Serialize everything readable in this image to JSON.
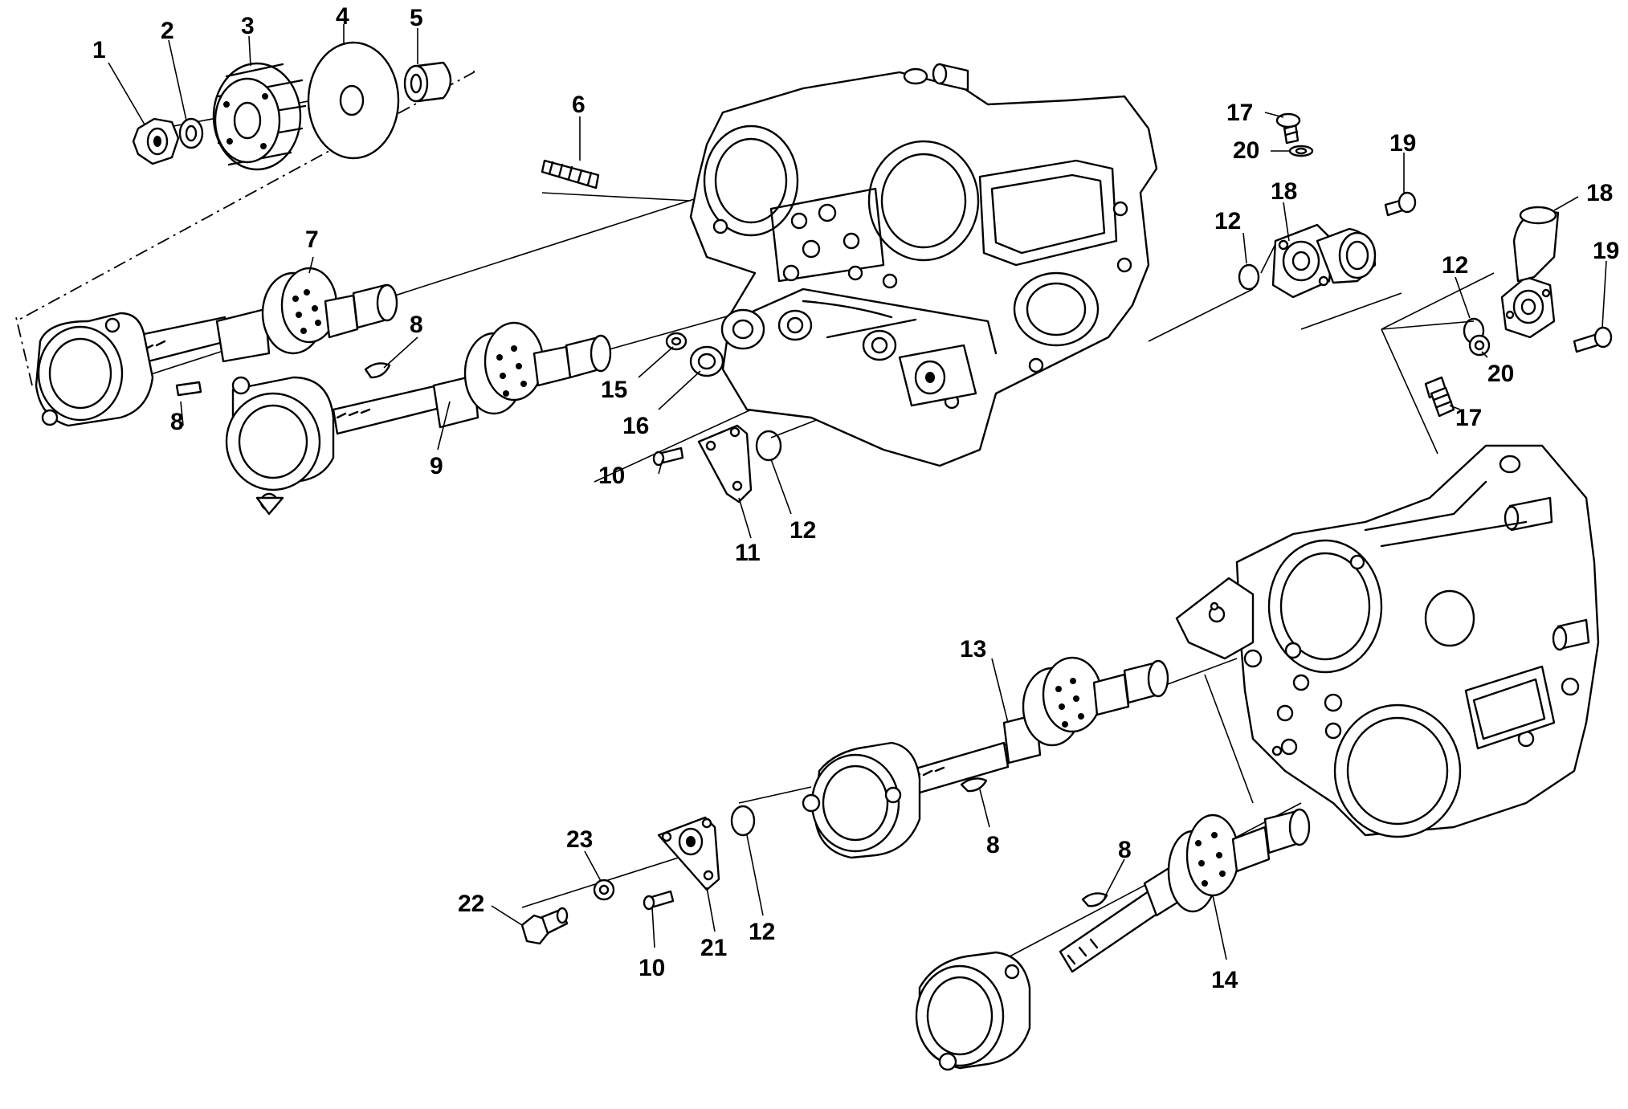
{
  "callouts": [
    "1",
    "2",
    "3",
    "4",
    "5",
    "6",
    "7",
    "8",
    "8",
    "9",
    "10",
    "11",
    "12",
    "12",
    "15",
    "16",
    "17",
    "20",
    "18",
    "19",
    "12",
    "18",
    "19",
    "20",
    "17",
    "13",
    "14",
    "8",
    "8",
    "23",
    "22",
    "10",
    "21",
    "12"
  ]
}
